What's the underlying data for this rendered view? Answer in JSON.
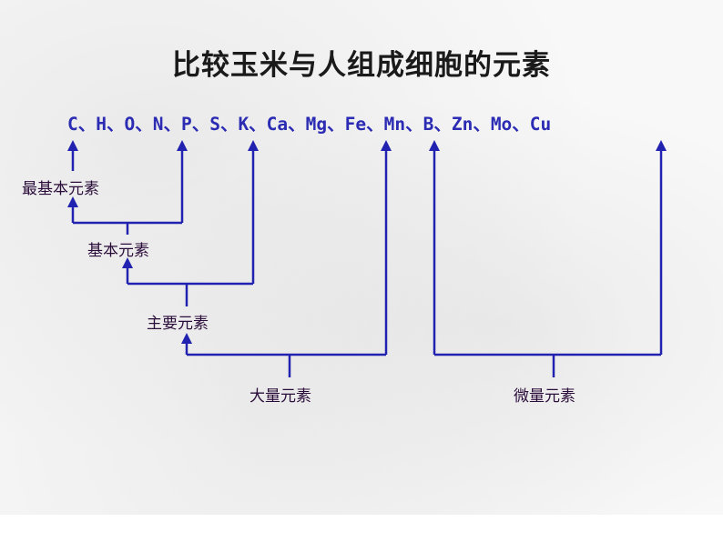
{
  "title": "比较玉米与人组成细胞的元素",
  "elements_text": "C、H、O、N、P、S、K、Ca、Mg、Fe、Mn、B、Zn、Mo、Cu",
  "labels": {
    "most_basic": "最基本元素",
    "basic": "基本元素",
    "main": "主要元素",
    "macro": "大量元素",
    "micro": "微量元素"
  },
  "colors": {
    "line": "#2222b0",
    "element_text": "#2b2bb3",
    "label_text": "#2a0c3a"
  }
}
